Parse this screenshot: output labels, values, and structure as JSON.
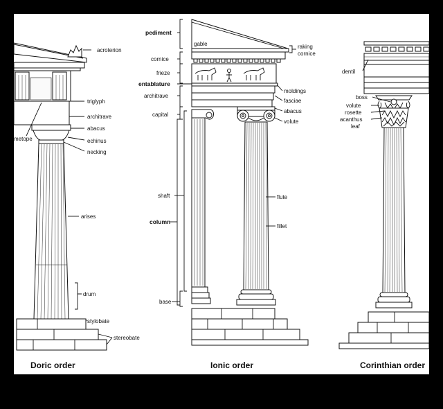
{
  "titles": {
    "doric": "Doric order",
    "ionic": "Ionic order",
    "corinthian": "Corinthian order"
  },
  "doric_labels": {
    "acroterion": "acroterion",
    "triglyph": "triglyph",
    "architrave": "architrave",
    "abacus": "abacus",
    "metope": "metope",
    "echinus": "echinus",
    "necking": "necking",
    "arises": "arises",
    "drum": "drum",
    "stylobate": "stylobate",
    "stereobate": "stereobate"
  },
  "ionic_left_labels": {
    "pediment": "pediment",
    "cornice": "cornice",
    "frieze": "frieze",
    "entablature": "entablature",
    "architrave": "architrave",
    "capital": "capital",
    "shaft": "shaft",
    "column": "column",
    "base": "base"
  },
  "ionic_right_labels": {
    "gable": "gable",
    "raking_line1": "raking",
    "raking_line2": "cornice",
    "moldings": "moldings",
    "fasciae": "fasciae",
    "abacus": "abacus",
    "volute": "volute",
    "flute": "flute",
    "fillet": "fillet"
  },
  "corinthian_labels": {
    "dentil": "dentil",
    "boss": "boss",
    "volute": "volute",
    "rosette": "rosette",
    "acanthus_line1": "acanthus",
    "acanthus_line2": "leaf"
  }
}
